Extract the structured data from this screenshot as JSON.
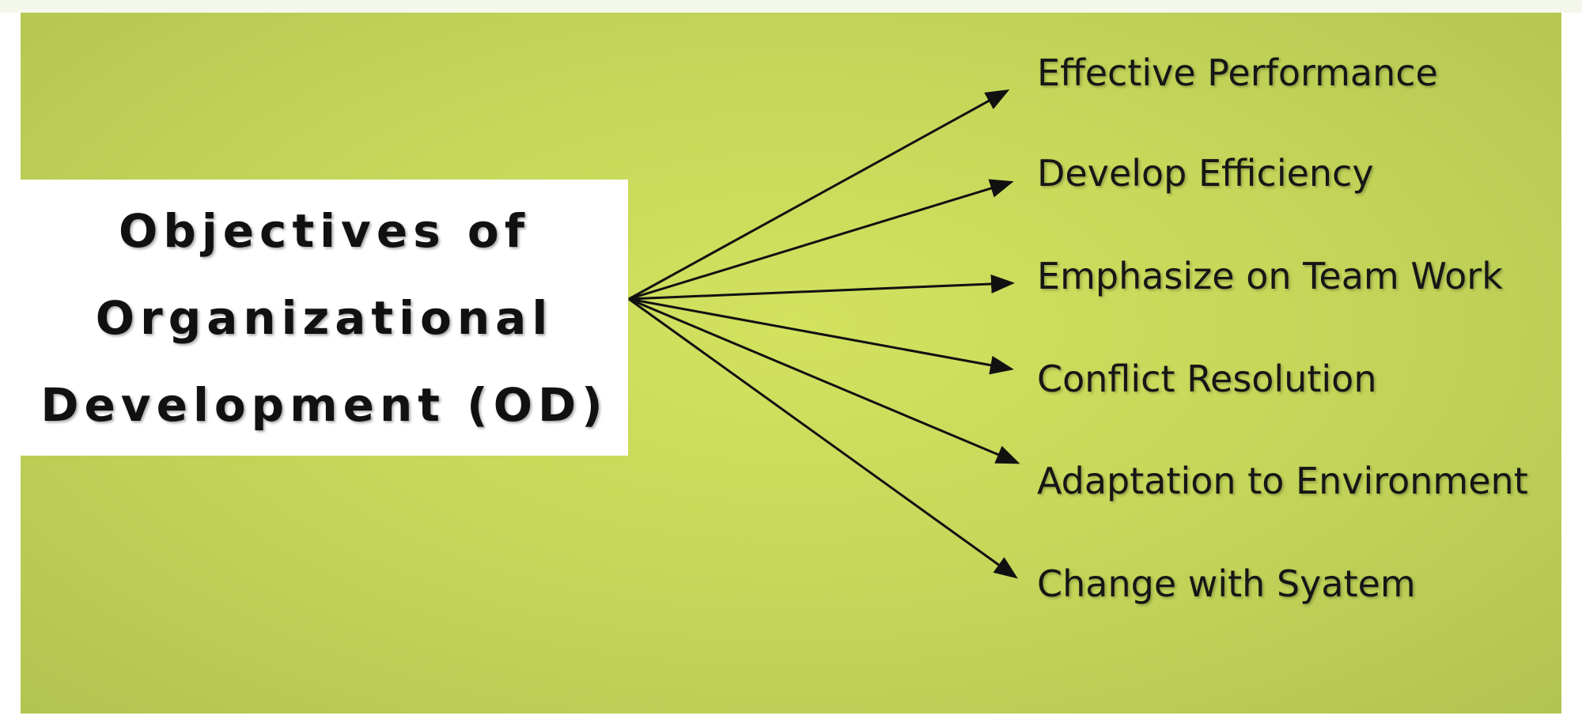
{
  "title": {
    "line1": "Objectives of",
    "line2": "Organizational",
    "line3": "Development (OD)"
  },
  "objectives": [
    "Effective Performance",
    "Develop Efficiency",
    "Emphasize on Team Work",
    "Conflict Resolution",
    "Adaptation to Environment",
    "Change with Syatem"
  ],
  "colors": {
    "background": "#c6d75a",
    "title_box": "#ffffff",
    "text": "#161616",
    "arrow": "#111111"
  }
}
